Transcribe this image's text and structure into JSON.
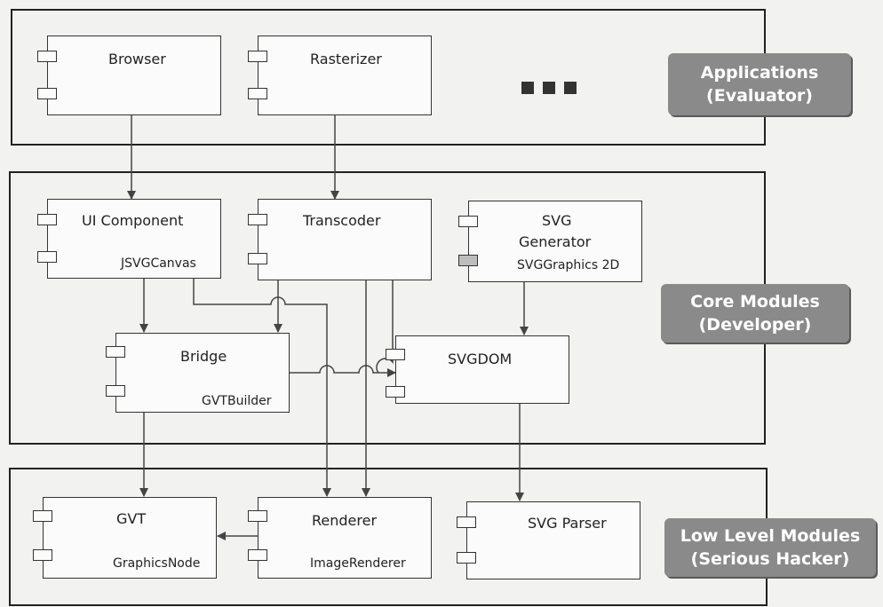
{
  "layers": {
    "applications": {
      "line1": "Applications",
      "line2": "(Evaluator)"
    },
    "core": {
      "line1": "Core Modules",
      "line2": "(Developer)"
    },
    "low": {
      "line1": "Low Level Modules",
      "line2": "(Serious Hacker)"
    }
  },
  "components": {
    "browser": {
      "name": "Browser",
      "sub": ""
    },
    "rasterizer": {
      "name": "Rasterizer",
      "sub": ""
    },
    "ui_component": {
      "name": "UI Component",
      "sub": "JSVGCanvas"
    },
    "transcoder": {
      "name": "Transcoder",
      "sub": ""
    },
    "svg_generator": {
      "name": "SVG\nGenerator",
      "name_line1": "SVG",
      "name_line2": "Generator",
      "sub": "SVGGraphics 2D"
    },
    "bridge": {
      "name": "Bridge",
      "sub": "GVTBuilder"
    },
    "svgdom": {
      "name": "SVGDOM",
      "sub": ""
    },
    "gvt": {
      "name": "GVT",
      "sub": "GraphicsNode"
    },
    "renderer": {
      "name": "Renderer",
      "sub": "ImageRenderer"
    },
    "svg_parser": {
      "name": "SVG Parser",
      "sub": ""
    }
  },
  "ellipsis": "..."
}
